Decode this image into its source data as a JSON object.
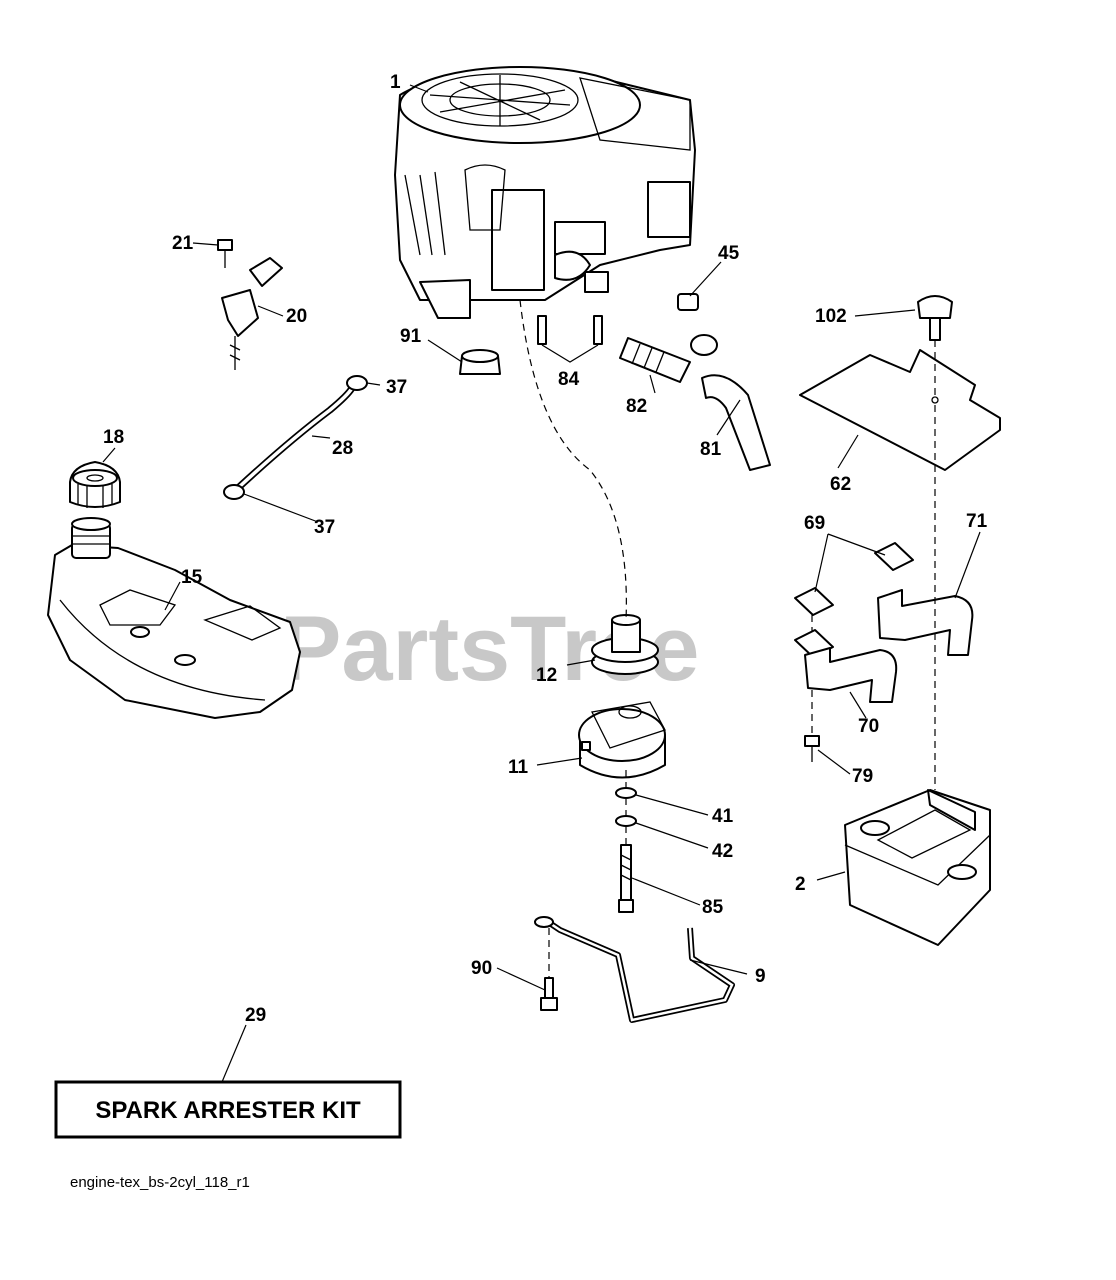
{
  "watermark": "PartsTree",
  "diagram_code": "engine-tex_bs-2cyl_118_r1",
  "spark_kit_label": "SPARK ARRESTER KIT",
  "callouts": {
    "c1": "1",
    "c2": "2",
    "c9": "9",
    "c11": "11",
    "c12": "12",
    "c15": "15",
    "c18": "18",
    "c20": "20",
    "c21": "21",
    "c28": "28",
    "c29": "29",
    "c37a": "37",
    "c37b": "37",
    "c41": "41",
    "c42": "42",
    "c45": "45",
    "c62": "62",
    "c69": "69",
    "c70": "70",
    "c71": "71",
    "c79": "79",
    "c81": "81",
    "c82": "82",
    "c84": "84",
    "c85": "85",
    "c90": "90",
    "c91": "91",
    "c102": "102"
  }
}
